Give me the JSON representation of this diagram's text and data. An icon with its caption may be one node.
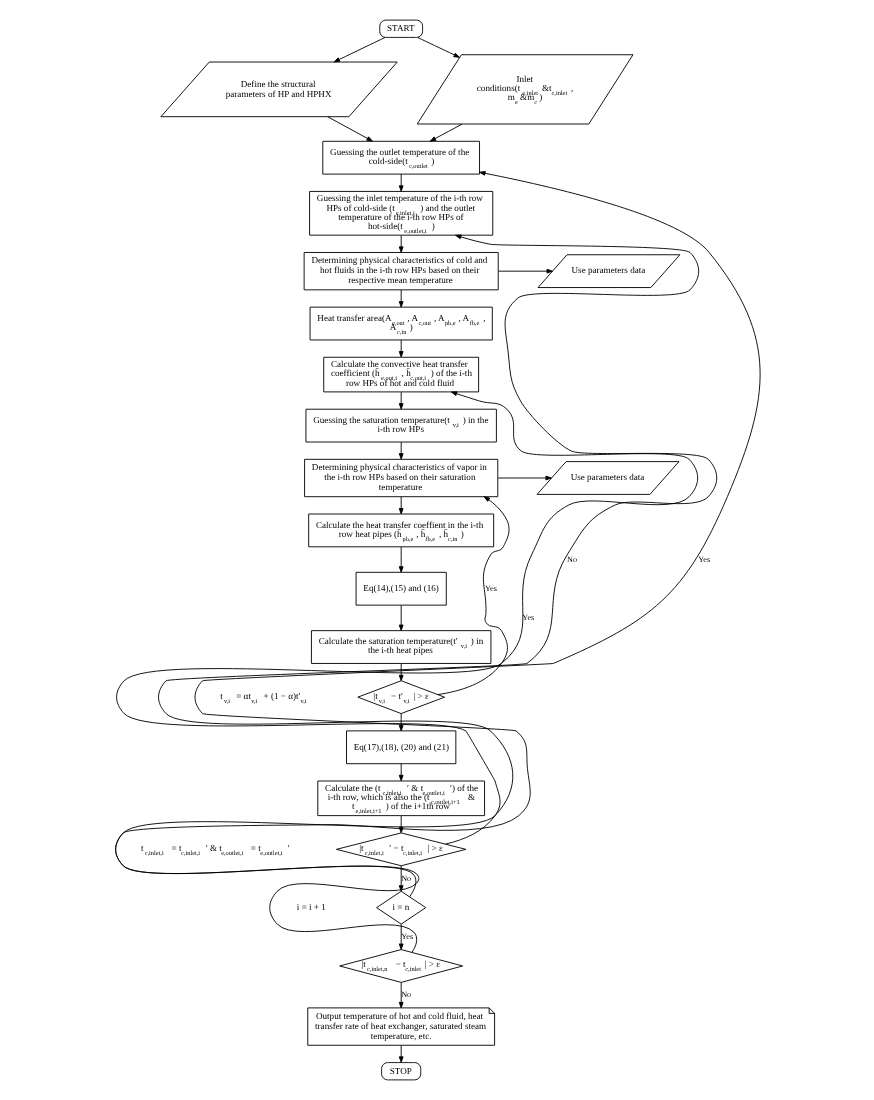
{
  "diagram": {
    "nodes": [
      {
        "text": [
          "START"
        ]
      },
      {
        "text": [
          "Define the structural parameters of HP and HPHX"
        ]
      },
      {
        "text": [
          "Inlet conditions(t$_{e,inlet}$&t$_{c,inlet}$, m$_{e}$&m$_{c}$)"
        ]
      },
      {
        "text": [
          "Guessing the outlet temperature of the cold-side(t$_{c,outlet}$)"
        ]
      },
      {
        "text": [
          "Guessing the inlet temperature of the i-th row HPs of cold-side (t$_{c,inlet,i}$) and the outlet temperature of the i-th row HPs of hot-side(t$_{e,outlet,i}$)"
        ]
      },
      {
        "text": [
          "Determining physical characteristics of cold and hot fluids in the i-th row HPs based on their respective mean temperature"
        ]
      },
      {
        "text": [
          "Use parameters data"
        ]
      },
      {
        "text": [
          "Heat transfer area(A$_{e,out}$, A$_{c,out}$, A$_{pb,e}$, A$_{fb,e}$, A$_{c,in}$)"
        ]
      },
      {
        "text": [
          "Calculate the convective heat transfer coefficient (h̄$_{e,out,i}$, h̄$_{c,out,i}$) of the i-th row HPs of hot and cold fluid"
        ]
      },
      {
        "text": [
          "Guessing the saturation temperature(t$_{v,i}$) in the i-th row HPs"
        ]
      },
      {
        "text": [
          "Determining physical characteristics of vapor in the i-th row HPs based on their saturation temperature"
        ]
      },
      {
        "text": [
          "Use parameters data"
        ]
      },
      {
        "text": [
          "Calculate the heat transfer coeffient in the i-th row heat pipes (h̄$_{pb,e}$, h̄$_{fb,e}$, h̄$_{c,in}$)"
        ]
      },
      {
        "text": [
          "Eq(14),(15) and (16)"
        ]
      },
      {
        "text": [
          "Calculate the saturation temperature(t′$_{v,i}$) in the i-th heat pipes"
        ]
      },
      {
        "text": [
          "|t$_{v,i}$ − t′$_{v,i}$| > ε"
        ]
      },
      {
        "text": [
          "Eq(17),(18), (20) and (21)"
        ]
      },
      {
        "text": [
          "Calculate the (t$_{c,inlet,i}$′ & t$_{e,outlet,i}$′) of the i-th row, which is also the (t$_{c,outlet,i+1}$ & t$_{e,inlet,i+1}$) of the i+1th row"
        ]
      },
      {
        "text": [
          "|t$_{c,inlet,i}$′ − t$_{c,inlet,i}$| > ε"
        ]
      },
      {
        "text": [
          "i = n"
        ]
      },
      {
        "text": [
          "|t$_{c,inlet,n}$ − t$_{c,inlet}$| > ε"
        ]
      },
      {
        "text": [
          "Output temperature of hot and cold fluid, heat transfer rate of heat exchanger, saturated steam temperature, etc."
        ]
      },
      {
        "text": [
          "STOP"
        ]
      }
    ],
    "edges": [
      {
        "from": 0,
        "to": 1,
        "arrow": "to"
      },
      {
        "from": 0,
        "to": 2,
        "arrow": "to"
      },
      {
        "from": 1,
        "to": 3,
        "arrow": "to"
      },
      {
        "from": 2,
        "to": 3,
        "arrow": "to"
      },
      {
        "from": 3,
        "to": 4,
        "arrow": "to"
      },
      {
        "from": 4,
        "to": 5,
        "arrow": "to"
      },
      {
        "from": 5,
        "to": 6,
        "arrow": "to"
      },
      {
        "from": 5,
        "to": 7,
        "arrow": "to"
      },
      {
        "from": 7,
        "to": 8,
        "arrow": "to"
      },
      {
        "from": 8,
        "to": 9,
        "arrow": "to"
      },
      {
        "from": 9,
        "to": 10,
        "arrow": "to"
      },
      {
        "from": 10,
        "to": 11,
        "arrow": "to"
      },
      {
        "from": 10,
        "to": 12,
        "arrow": "to"
      },
      {
        "from": 12,
        "to": 13,
        "arrow": "to"
      },
      {
        "from": 13,
        "to": 14,
        "arrow": "to"
      },
      {
        "from": 14,
        "to": 15,
        "arrow": "to"
      },
      {
        "from": 15,
        "to": 10,
        "arrow": "to",
        "label": "Yes"
      },
      {
        "from": 15,
        "to": 16,
        "arrow": "to"
      },
      {
        "from": 16,
        "to": 17,
        "arrow": "to"
      },
      {
        "from": 17,
        "to": 18,
        "arrow": "to"
      },
      {
        "from": 18,
        "to": 8,
        "arrow": "to",
        "label": "Yes"
      },
      {
        "from": 18,
        "to": 19,
        "arrow": "to",
        "label": "No"
      },
      {
        "from": 19,
        "to": 4,
        "arrow": "to",
        "label": "No"
      },
      {
        "from": 19,
        "to": 20,
        "arrow": "to",
        "label": "Yes"
      },
      {
        "from": 20,
        "to": 3,
        "arrow": "to",
        "label": "Yes"
      },
      {
        "from": 20,
        "to": 21,
        "arrow": "to",
        "label": "No"
      },
      {
        "from": 21,
        "to": 22,
        "arrow": "to"
      }
    ],
    "labels": [
      "t$_{v,i}$ = αt$_{v,i}$ + (1 − α)t′$_{v,i}$",
      "t$_{c,inlet,i}$ = t$_{c,inlet,i}$′ & t$_{e,outlet,i}$ = t$_{e,outlet,i}$′",
      "i = i + 1"
    ]
  }
}
